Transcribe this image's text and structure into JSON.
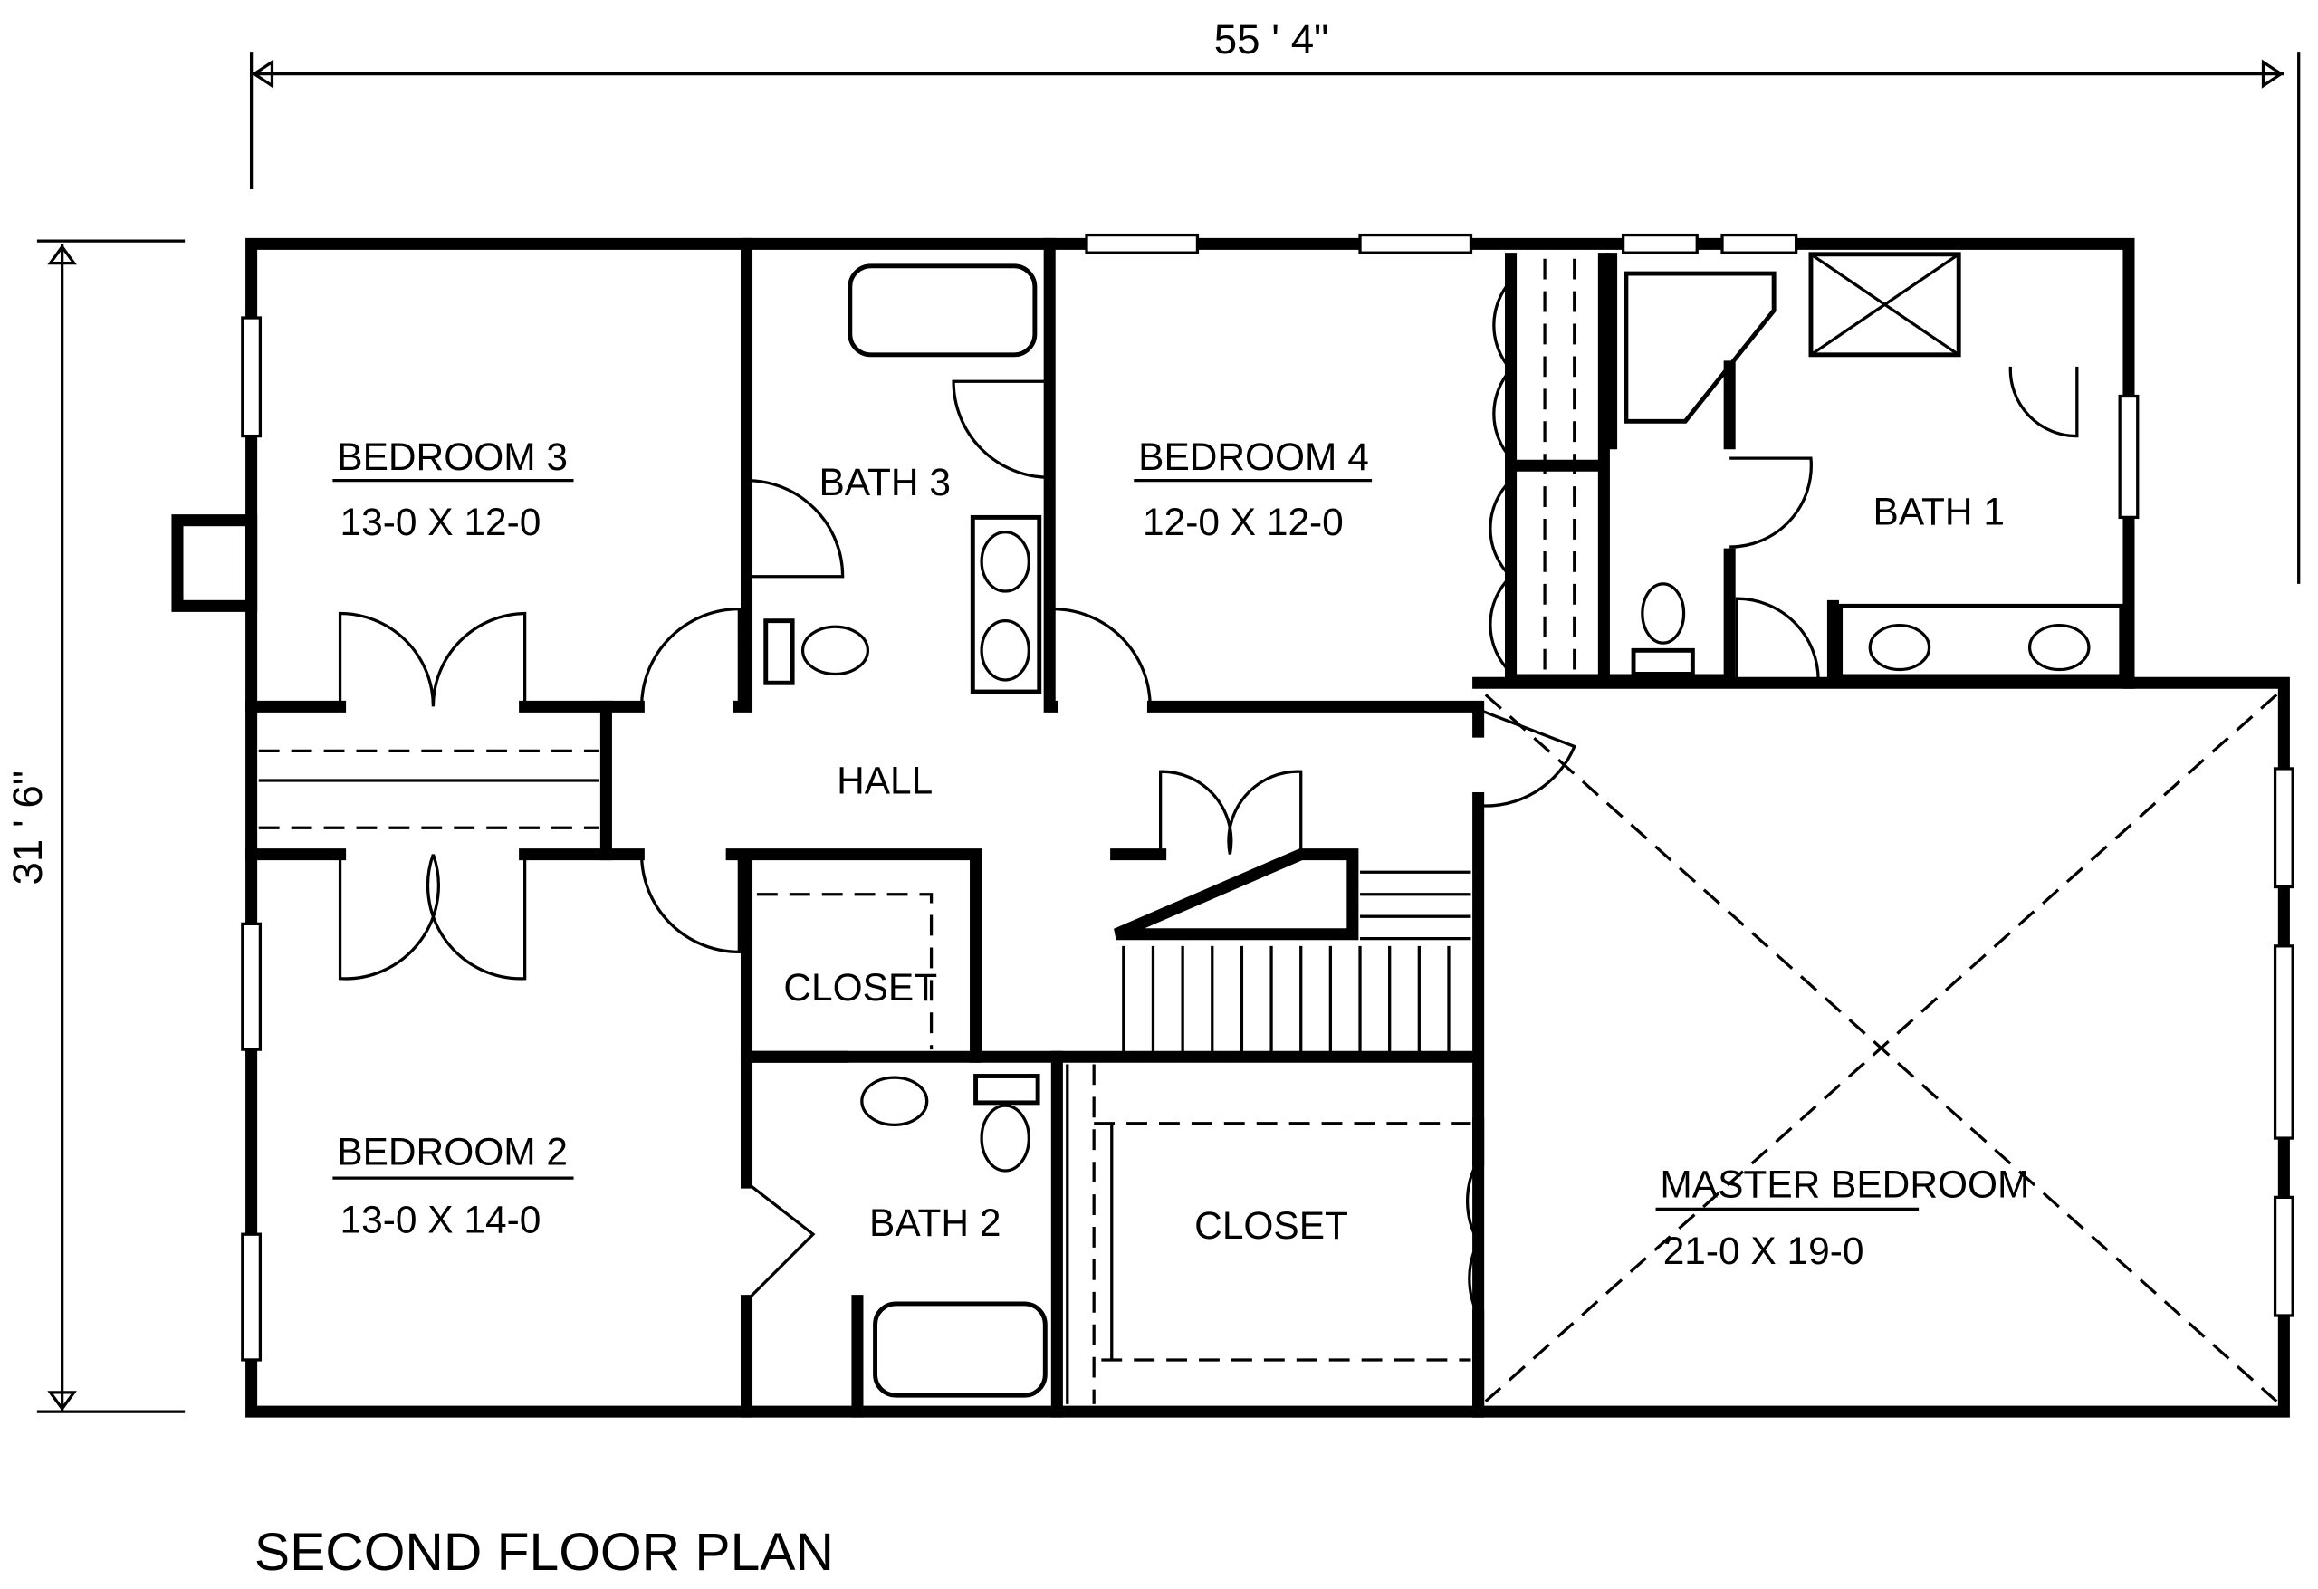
{
  "plan_title": "SECOND FLOOR PLAN",
  "dimensions": {
    "width": "55 ' 4\"",
    "depth": "31 ' 6\""
  },
  "rooms": [
    {
      "name": "BEDROOM 3",
      "size": "13-0 X 12-0"
    },
    {
      "name": "BEDROOM 4",
      "size": "12-0 X 12-0"
    },
    {
      "name": "BEDROOM 2",
      "size": "13-0 X 14-0"
    },
    {
      "name": "MASTER BEDROOM",
      "size": "21-0 X 19-0"
    },
    {
      "name": "BATH 3"
    },
    {
      "name": "BATH 1"
    },
    {
      "name": "BATH 2"
    },
    {
      "name": "HALL"
    },
    {
      "name": "CLOSET"
    },
    {
      "name": "CLOSET"
    }
  ]
}
